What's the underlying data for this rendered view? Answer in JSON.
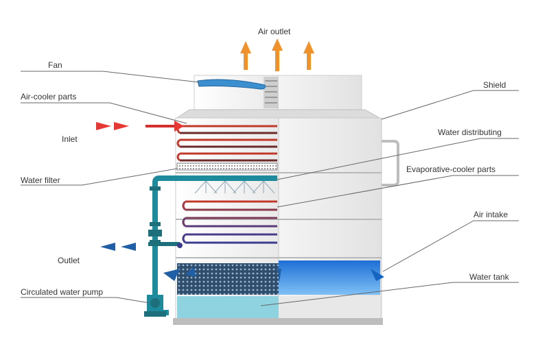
{
  "labels": {
    "air_outlet": "Air outlet",
    "fan": "Fan",
    "air_cooler_parts": "Air-cooler parts",
    "inlet": "Inlet",
    "water_filter": "Water filter",
    "outlet": "Outlet",
    "circulated_water_pump": "Circulated water pump",
    "shield": "Shield",
    "water_distributing": "Water distributing",
    "evaporative_cooler_parts": "Evaporative-cooler parts",
    "air_intake": "Air intake",
    "water_tank": "Water tank"
  },
  "colors": {
    "air_arrow": "#f0922b",
    "inlet_arrow": "#e53935",
    "outlet_arrow": "#1f5fa8",
    "pipe": "#1e8b9c",
    "water": "#8fd3e0",
    "shell": "#eeeeee",
    "coil_hot": "#c0392b",
    "coil_cold": "#3b3b8f"
  }
}
